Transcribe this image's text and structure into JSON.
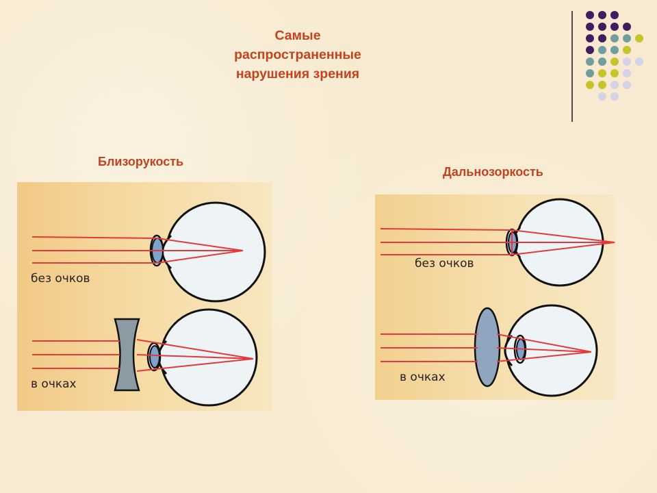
{
  "title": {
    "line1": "Самые",
    "line2": "распространенные",
    "line3": "нарушения зрения"
  },
  "sections": {
    "myopia": {
      "heading": "Близорукость",
      "without_glasses": "без очков",
      "with_glasses": "в очках"
    },
    "hyperopia": {
      "heading": "Дальнозоркость",
      "without_glasses": "без очков",
      "with_glasses": "в очках"
    }
  },
  "colors": {
    "heading": "#c0441f",
    "ray": "#e23a3a",
    "lens_blue": "#7fa2cc",
    "glass_gray": "#8c9aa3",
    "dot_purple": "#3d1f5e",
    "dot_teal": "#6f9e9c",
    "dot_yellow": "#c5c52a",
    "dot_lavender": "#d4d2e6"
  }
}
